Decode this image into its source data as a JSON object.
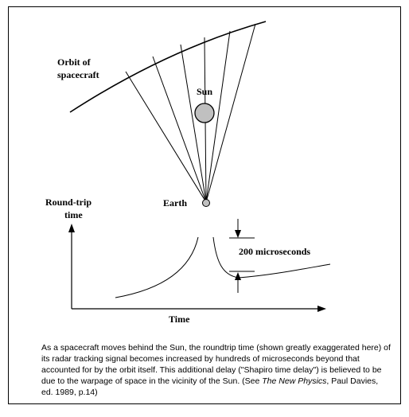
{
  "labels": {
    "orbit_line1": "Orbit of",
    "orbit_line2": "spacecraft",
    "sun": "Sun",
    "earth": "Earth",
    "yaxis_line1": "Round-trip",
    "yaxis_line2": "time",
    "xaxis": "Time",
    "delay": "200 microseconds"
  },
  "caption": {
    "text_before_italic": "As a spacecraft moves behind the Sun, the roundtrip time (shown greatly exaggerated here) of its radar tracking signal becomes increased by hundreds of microseconds beyond that accounted for by the orbit itself. This additional delay (\"Shapiro time delay\") is believed to be due to the warpage of space in the vicinity of the Sun.  (See ",
    "italic": "The New Physics",
    "text_after_italic": ", Paul Davies, ed. 1989, p.14)"
  },
  "colors": {
    "sun_fill": "#c0c0c0",
    "earth_fill": "#c0c0c0",
    "line": "#000000"
  }
}
